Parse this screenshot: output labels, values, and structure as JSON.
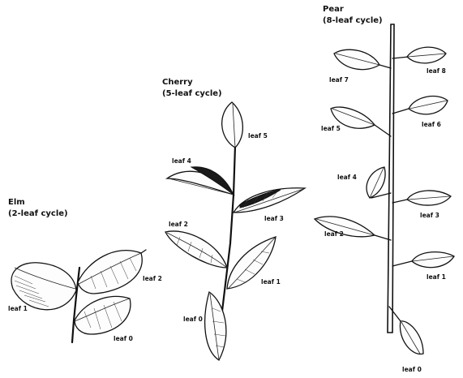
{
  "plants": {
    "elm": {
      "name": "Elm",
      "cycle": "(2-leaf cycle)",
      "labels": [
        "leaf 0",
        "leaf 1",
        "leaf 2"
      ]
    },
    "cherry": {
      "name": "Cherry",
      "cycle": "(5-leaf cycle)",
      "labels": [
        "leaf 0",
        "leaf 1",
        "leaf 2",
        "leaf 3",
        "leaf 4",
        "leaf 5"
      ]
    },
    "pear": {
      "name": "Pear",
      "cycle": "(8-leaf cycle)",
      "labels": [
        "leaf 0",
        "leaf 1",
        "leaf 2",
        "leaf 3",
        "leaf 4",
        "leaf 5",
        "leaf 6",
        "leaf 7",
        "leaf 8"
      ]
    }
  }
}
